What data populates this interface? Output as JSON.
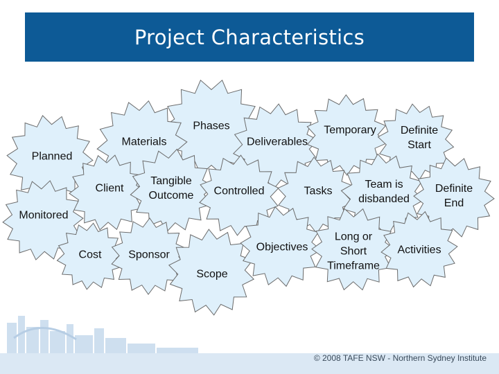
{
  "title": "Project Characteristics",
  "colors": {
    "banner": "#0d5a96",
    "star_fill": "#dff0fb",
    "star_stroke": "#6b6b6b",
    "footer": "#c9dcee"
  },
  "stars": [
    {
      "id": "phases",
      "label": "Phases"
    },
    {
      "id": "materials",
      "label": "Materials"
    },
    {
      "id": "deliverables",
      "label": "Deliverables"
    },
    {
      "id": "temporary",
      "label": "Temporary"
    },
    {
      "id": "definite-start",
      "label": "Definite\nStart"
    },
    {
      "id": "planned",
      "label": "Planned"
    },
    {
      "id": "client",
      "label": "Client"
    },
    {
      "id": "tangible-outcome",
      "label": "Tangible\nOutcome"
    },
    {
      "id": "controlled",
      "label": "Controlled"
    },
    {
      "id": "tasks",
      "label": "Tasks"
    },
    {
      "id": "team-disbanded",
      "label": "Team is\ndisbanded"
    },
    {
      "id": "definite-end",
      "label": "Definite\nEnd"
    },
    {
      "id": "monitored",
      "label": "Monitored"
    },
    {
      "id": "cost",
      "label": "Cost"
    },
    {
      "id": "sponsor",
      "label": "Sponsor"
    },
    {
      "id": "scope",
      "label": "Scope"
    },
    {
      "id": "objectives",
      "label": "Objectives"
    },
    {
      "id": "long-short-timeframe",
      "label": "Long or\nShort\nTimeframe"
    },
    {
      "id": "activities",
      "label": "Activities"
    }
  ],
  "footer": {
    "copyright": "© 2008 TAFE NSW - Northern Sydney Institute"
  }
}
